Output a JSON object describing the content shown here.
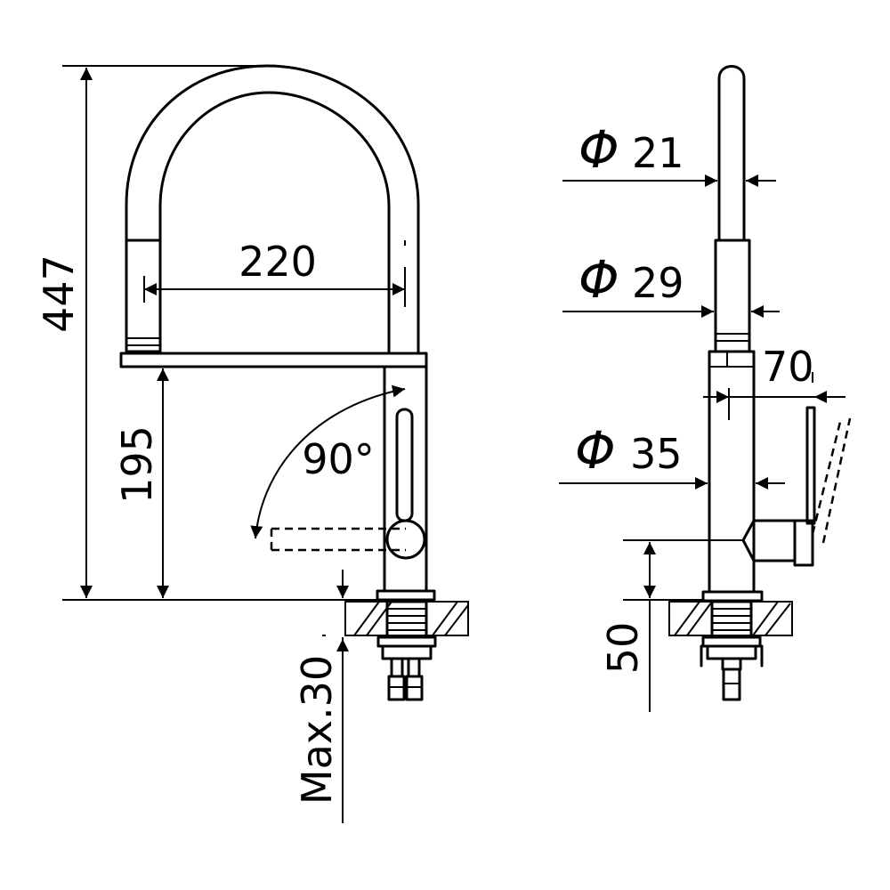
{
  "front_view": {
    "height_total": "447",
    "spout_reach": "220",
    "spout_height": "195",
    "lever_angle": "90°",
    "max_thickness": "Max.30"
  },
  "side_view": {
    "dia_spout": "21",
    "dia_hose": "29",
    "dia_body": "35",
    "lever_projection": "70",
    "lever_height": "50",
    "diameter_symbol": "Φ"
  }
}
